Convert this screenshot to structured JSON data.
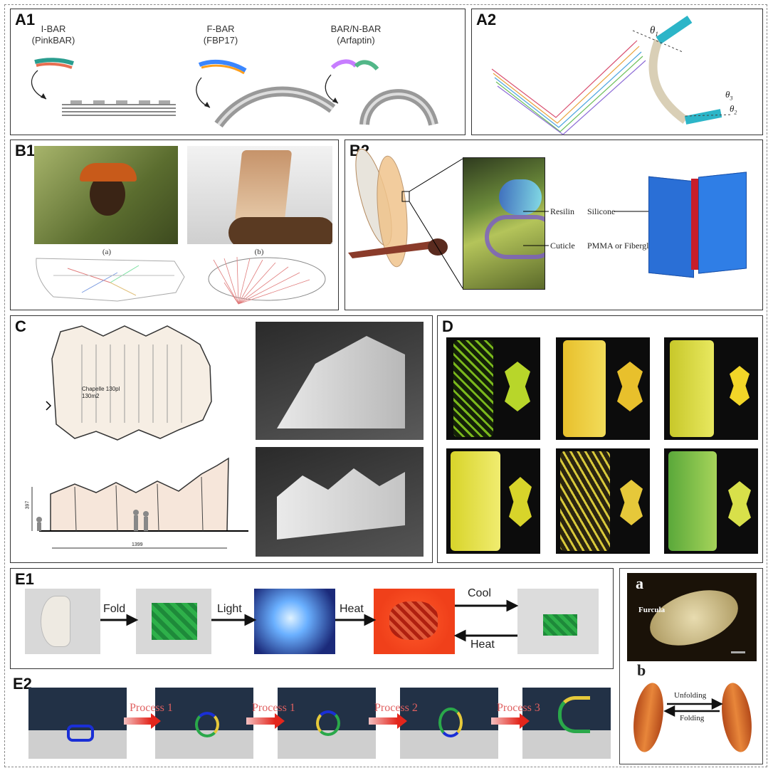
{
  "panels": {
    "a1": {
      "label": "A1",
      "proteins": [
        {
          "name": "I-BAR",
          "example": "(PinkBAR)"
        },
        {
          "name": "F-BAR",
          "example": "(FBP17)"
        },
        {
          "name": "BAR/N-BAR",
          "example": "(Arfaptin)"
        }
      ]
    },
    "a2": {
      "label": "A2",
      "theta1": "θ",
      "sub1": "1",
      "theta2": "θ",
      "sub2": "2",
      "theta3": "θ",
      "sub3": "3"
    },
    "b1": {
      "label": "B1",
      "caption_a": "(a)",
      "caption_b": "(b)"
    },
    "b2": {
      "label": "B2",
      "resilin": "Resilin",
      "cuticle": "Cuticle",
      "silicone": "Silicone",
      "pmma": "PMMA or Fiberglass"
    },
    "c": {
      "label": "C",
      "room_name": "Chapelle 130pl",
      "room_area": "130m2",
      "dim_height": "397",
      "dim_width": "1399"
    },
    "d": {
      "label": "D"
    },
    "e1": {
      "label": "E1",
      "steps": [
        "Fold",
        "Light",
        "Heat",
        "Cool",
        "Heat"
      ]
    },
    "e2": {
      "label": "E2",
      "processes": [
        "Process 1",
        "Process 1",
        "Process 2",
        "Process 3"
      ]
    },
    "side": {
      "label_a": "a",
      "furcula": "Furcula",
      "label_b": "b",
      "unfolding": "Unfolding",
      "folding": "Folding"
    }
  },
  "colors": {
    "border": "#333333",
    "accent_red": "#e23b2a",
    "blue": "#1f5fd6",
    "green": "#2e9e3a",
    "yellow": "#e6c93a"
  }
}
